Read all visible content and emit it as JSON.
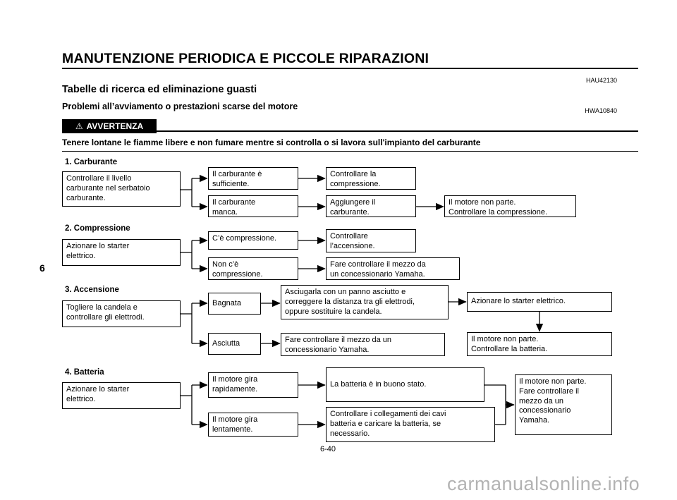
{
  "page": {
    "header_title": "MANUTENZIONE PERIODICA E PICCOLE RIPARAZIONI",
    "code_top": "HAU42130",
    "section_title": "Tabelle di ricerca ed eliminazione guasti",
    "subsection_title": "Problemi all’avviamento o prestazioni scarse del motore",
    "code_warning": "HWA10840",
    "warning_icon": "⚠",
    "warning_label": "AVVERTENZA",
    "warning_text": "Tenere lontane le fiamme libere e non fumare mentre si controlla o si lavora sull'impianto del carburante",
    "chapter_tab": "6",
    "page_number": "6-40",
    "watermark": "carmanualsonline.info"
  },
  "flowchart": {
    "s1": {
      "label": "1. Carburante",
      "start": "Controllare il livello\ncarburante nel serbatoio\ncarburante.",
      "b1": "Il carburante è\nsufficiente.",
      "b2": "Il carburante\nmanca.",
      "c1": "Controllare la\ncompressione.",
      "c2": "Aggiungere il\ncarburante.",
      "d": "Il motore non parte.\nControllare la compressione."
    },
    "s2": {
      "label": "2. Compressione",
      "start": "Azionare lo starter\nelettrico.",
      "b1": "C’è compressione.",
      "b2": "Non c’è\ncompressione.",
      "c1": "Controllare\nl’accensione.",
      "c2": "Fare controllare il mezzo da\nun concessionario Yamaha."
    },
    "s3": {
      "label": "3. Accensione",
      "start": "Togliere la candela e\ncontrollare gli elettrodi.",
      "b1": "Bagnata",
      "b2": "Asciutta",
      "c1": "Asciugarla con un panno asciutto e\ncorreggere la distanza tra gli elettrodi,\noppure sostituire la candela.",
      "c2": "Fare controllare il mezzo da un\nconcessionario Yamaha.",
      "d1": "Azionare lo starter elettrico.",
      "d2": "Il motore non parte.\nControllare la batteria."
    },
    "s4": {
      "label": "4. Batteria",
      "start": "Azionare lo starter\nelettrico.",
      "b1": "Il motore gira\nrapidamente.",
      "b2": "Il motore gira\nlentamente.",
      "c1": "La batteria è in buono stato.",
      "c2": "Controllare i collegamenti dei cavi\nbatteria e caricare la batteria, se\nnecessario.",
      "d": "Il motore non parte.\nFare controllare il\nmezzo da un\nconcessionario\nYamaha."
    }
  }
}
